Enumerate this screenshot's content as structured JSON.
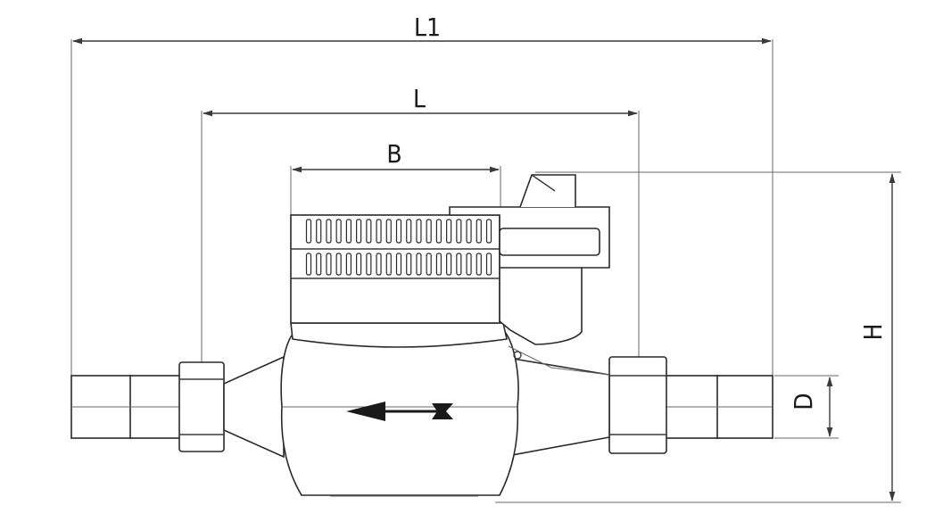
{
  "dimensions": {
    "l1": "L1",
    "l": "L",
    "b": "B",
    "h": "H",
    "d": "D"
  },
  "colors": {
    "line": "#3a3a3a",
    "background": "#ffffff"
  }
}
